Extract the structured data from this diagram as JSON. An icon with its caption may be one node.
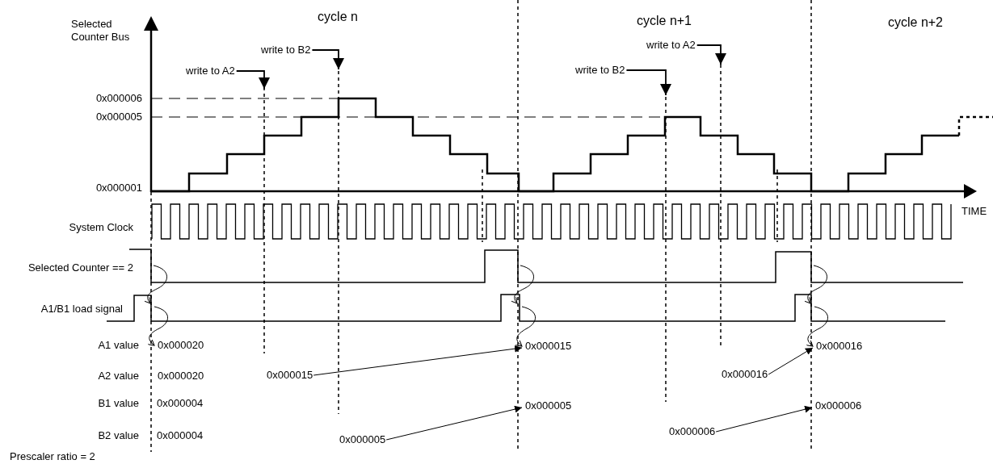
{
  "diagram": {
    "nodes": [
      {
        "text": [
          "write to B2"
        ]
      },
      {
        "text": [
          "write to A2"
        ]
      },
      {
        "text": [
          "write to B2"
        ]
      },
      {
        "text": [
          "write to A2"
        ]
      },
      {
        "text": [
          "0x000020"
        ]
      },
      {
        "text": [
          "0x000015"
        ]
      },
      {
        "text": [
          "0x000016"
        ]
      },
      {
        "text": [
          "0x000015"
        ]
      },
      {
        "text": [
          "0x000016"
        ]
      },
      {
        "text": [
          "0x000005"
        ]
      },
      {
        "text": [
          "0x000006"
        ]
      },
      {
        "text": [
          "0x000005"
        ]
      },
      {
        "text": [
          "0x000006"
        ]
      }
    ],
    "edges": [
      {
        "from": 0,
        "to": null,
        "arrow": "to"
      },
      {
        "from": 1,
        "to": null,
        "arrow": "to"
      },
      {
        "from": 2,
        "to": null,
        "arrow": "to"
      },
      {
        "from": 3,
        "to": null,
        "arrow": "to"
      },
      {
        "from": 7,
        "to": 5,
        "arrow": "to"
      },
      {
        "from": 11,
        "to": 9,
        "arrow": "to"
      },
      {
        "from": 8,
        "to": 6,
        "arrow": "to"
      },
      {
        "from": 12,
        "to": 10,
        "arrow": "to"
      },
      {
        "from": null,
        "to": 4,
        "arrow": "to"
      },
      {
        "from": null,
        "to": 5,
        "arrow": "to"
      },
      {
        "from": null,
        "to": 6,
        "arrow": "to"
      }
    ],
    "labels": [
      "Selected Counter Bus",
      "cycle n",
      "cycle n+1",
      "cycle n+2",
      "0x000006",
      "0x000005",
      "0x000001",
      "TIME",
      "System Clock",
      "Selected Counter == 2",
      "A1/B1 load signal",
      "A1 value",
      "A2 value",
      "0x000020",
      "B1 value",
      "0x000004",
      "B2 value",
      "0x000004",
      "Prescaler ratio = 2"
    ]
  }
}
